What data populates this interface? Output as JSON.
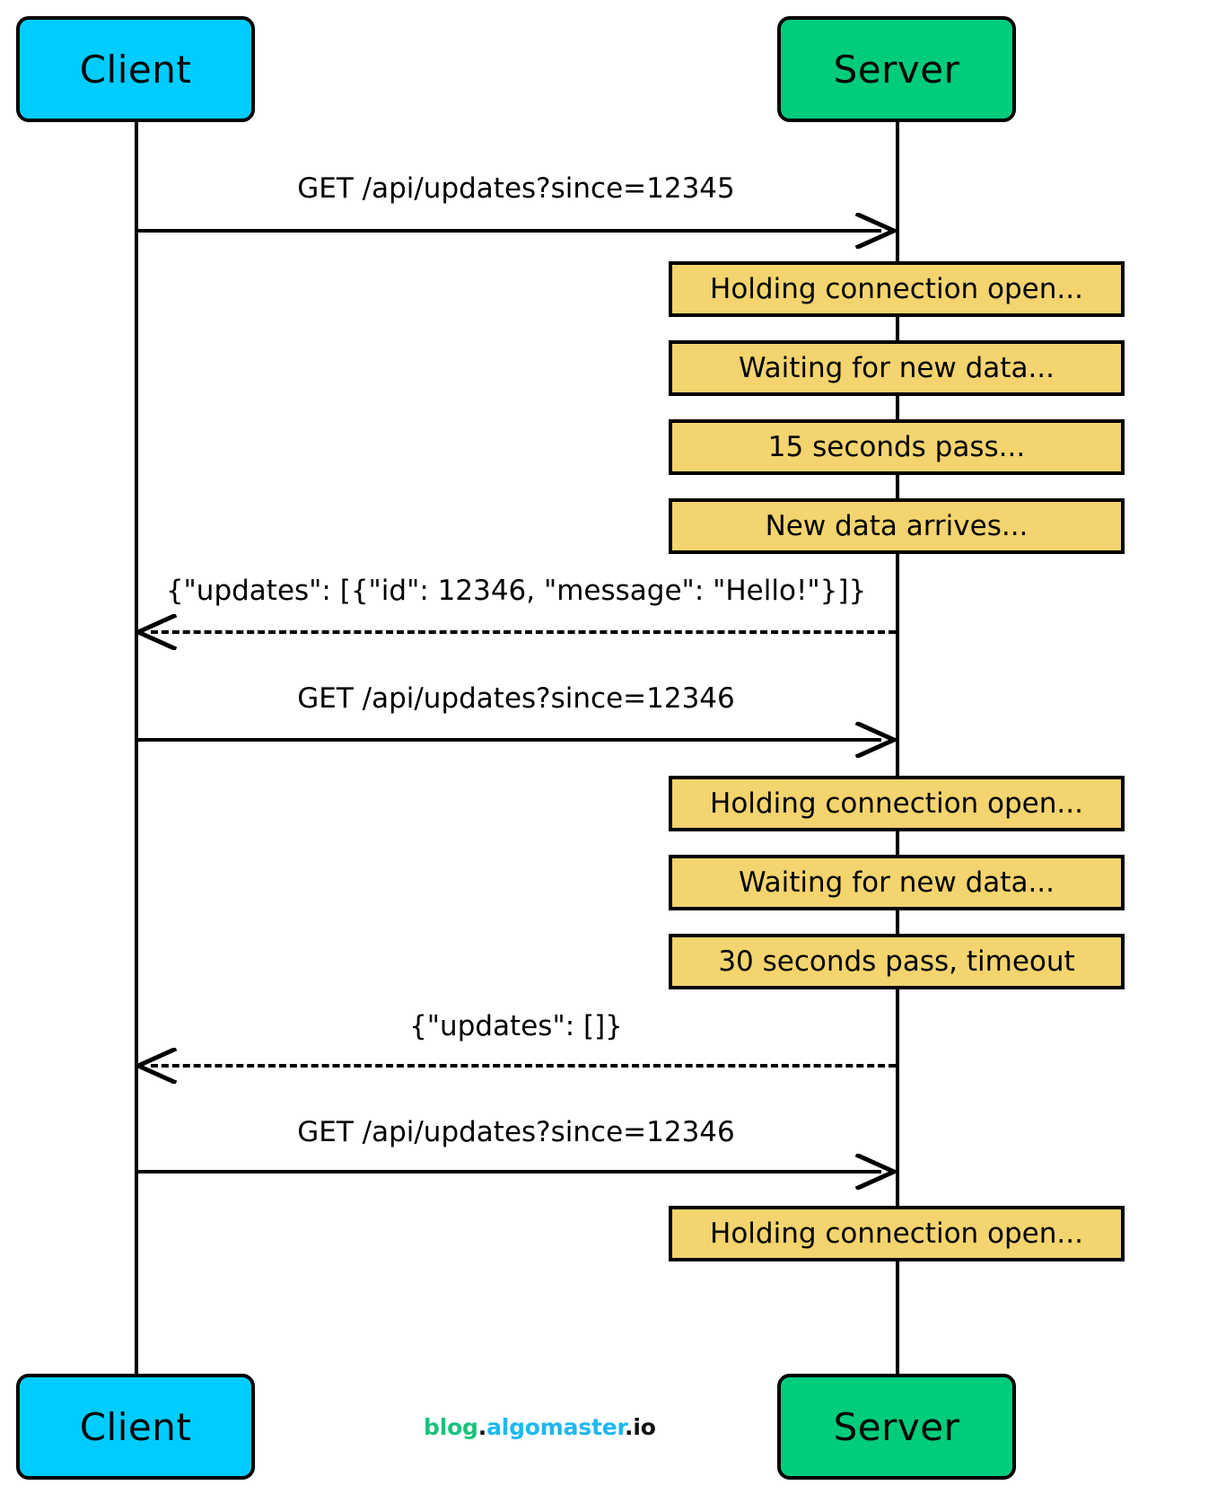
{
  "diagram": {
    "type": "sequence-diagram",
    "title": "HTTP Long Polling sequence",
    "background": "#FFFFFF",
    "colors": {
      "client_box": "#00CCFF",
      "server_box": "#00CC7C",
      "note_box": "#F3D46E",
      "stroke": "#000000"
    }
  },
  "participants": [
    {
      "id": "client",
      "label": "Client",
      "color": "#00CCFF"
    },
    {
      "id": "server",
      "label": "Server",
      "color": "#00CC7C"
    }
  ],
  "participants_bottom": [
    {
      "id": "client",
      "label": "Client",
      "color": "#00CCFF"
    },
    {
      "id": "server",
      "label": "Server",
      "color": "#00CC7C"
    }
  ],
  "messages": [
    {
      "id": "m1",
      "from": "client",
      "to": "server",
      "label": "GET /api/updates?since=12345",
      "style": "solid"
    },
    {
      "id": "m2",
      "from": "server",
      "to": "client",
      "label": "{\"updates\": [{\"id\": 12346, \"message\": \"Hello!\"}]}",
      "style": "dashed"
    },
    {
      "id": "m3",
      "from": "client",
      "to": "server",
      "label": "GET /api/updates?since=12346",
      "style": "solid"
    },
    {
      "id": "m4",
      "from": "server",
      "to": "client",
      "label": "{\"updates\": []}",
      "style": "dashed"
    },
    {
      "id": "m5",
      "from": "client",
      "to": "server",
      "label": "GET /api/updates?since=12346",
      "style": "solid"
    }
  ],
  "notes": [
    {
      "id": "n1",
      "over": "server",
      "label": "Holding connection open..."
    },
    {
      "id": "n2",
      "over": "server",
      "label": "Waiting for new data..."
    },
    {
      "id": "n3",
      "over": "server",
      "label": "15 seconds pass..."
    },
    {
      "id": "n4",
      "over": "server",
      "label": "New data arrives..."
    },
    {
      "id": "n5",
      "over": "server",
      "label": "Holding connection open..."
    },
    {
      "id": "n6",
      "over": "server",
      "label": "Waiting for new data..."
    },
    {
      "id": "n7",
      "over": "server",
      "label": "30 seconds pass, timeout"
    },
    {
      "id": "n8",
      "over": "server",
      "label": "Holding connection open..."
    }
  ],
  "watermark": {
    "part1": "blog",
    "dot1": ".",
    "part2": "algomaster",
    "part3": ".io",
    "colors": {
      "blog": "#18C37D",
      "algomaster": "#1EB8F0",
      "dots": "#111111"
    }
  }
}
